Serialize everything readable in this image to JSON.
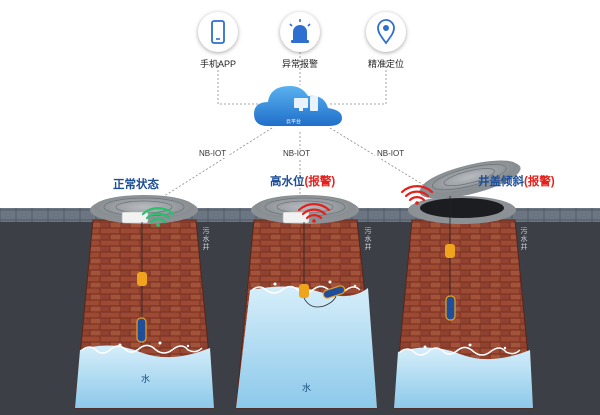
{
  "top_nodes": [
    {
      "id": "app",
      "label": "手机APP",
      "icon": "phone-icon"
    },
    {
      "id": "alarm",
      "label": "异常报警",
      "icon": "siren-icon"
    },
    {
      "id": "locate",
      "label": "精准定位",
      "icon": "location-pin-icon"
    }
  ],
  "cloud": {
    "label": "云平台",
    "icon": "cloud-server-icon"
  },
  "links": [
    {
      "id": "left",
      "label": "NB-IOT"
    },
    {
      "id": "mid",
      "label": "NB-IOT"
    },
    {
      "id": "right",
      "label": "NB-IOT"
    }
  ],
  "wells": [
    {
      "id": "normal",
      "status": "正常状态",
      "alarm": "",
      "signal_color": "#25c26a",
      "well_label": "污水井",
      "water_label": "水"
    },
    {
      "id": "high",
      "status": "高水位",
      "alarm": "(报警)",
      "signal_color": "#e4201b",
      "well_label": "污水井",
      "water_label": "水"
    },
    {
      "id": "tilt",
      "status": "井盖倾斜",
      "alarm": "(报警)",
      "signal_color": "#e4201b",
      "well_label": "污水井",
      "water_label": ""
    }
  ],
  "colors": {
    "brand_blue": "#1d4e99",
    "alarm_red": "#e4201b",
    "normal_green": "#25c26a",
    "water": "#bfe3f5",
    "brick": "#8a3d2a"
  }
}
